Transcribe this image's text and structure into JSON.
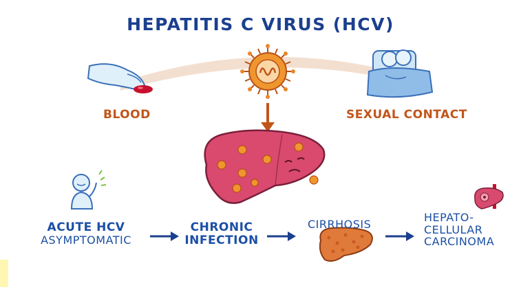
{
  "title": "HEPATITIS C VIRUS (HCV)",
  "transmission": {
    "blood": "BLOOD",
    "sexual_contact": "SEXUAL CONTACT"
  },
  "stages": {
    "acute_line1": "ACUTE HCV",
    "acute_line2": "ASYMPTOMATIC",
    "chronic_line1": "CHRONIC",
    "chronic_line2": "INFECTION",
    "cirrhosis": "CIRRHOSIS",
    "hcc_line1": "HEPATO-",
    "hcc_line2": "CELLULAR",
    "hcc_line3": "CARCINOMA"
  },
  "icons": [
    "hand-with-blood-icon",
    "virus-icon",
    "couple-in-bed-icon",
    "down-arrow-icon",
    "infected-liver-icon",
    "waving-person-icon",
    "right-arrow-icon",
    "cirrhotic-liver-icon",
    "cancer-liver-icon"
  ],
  "colors": {
    "title_blue": "#1b3f8f",
    "label_orange": "#c2541a",
    "label_blue": "#1c4fa6",
    "liver_pink": "#d94a6e",
    "virus_orange": "#e9872a",
    "arc_tan": "#f2dccb"
  }
}
